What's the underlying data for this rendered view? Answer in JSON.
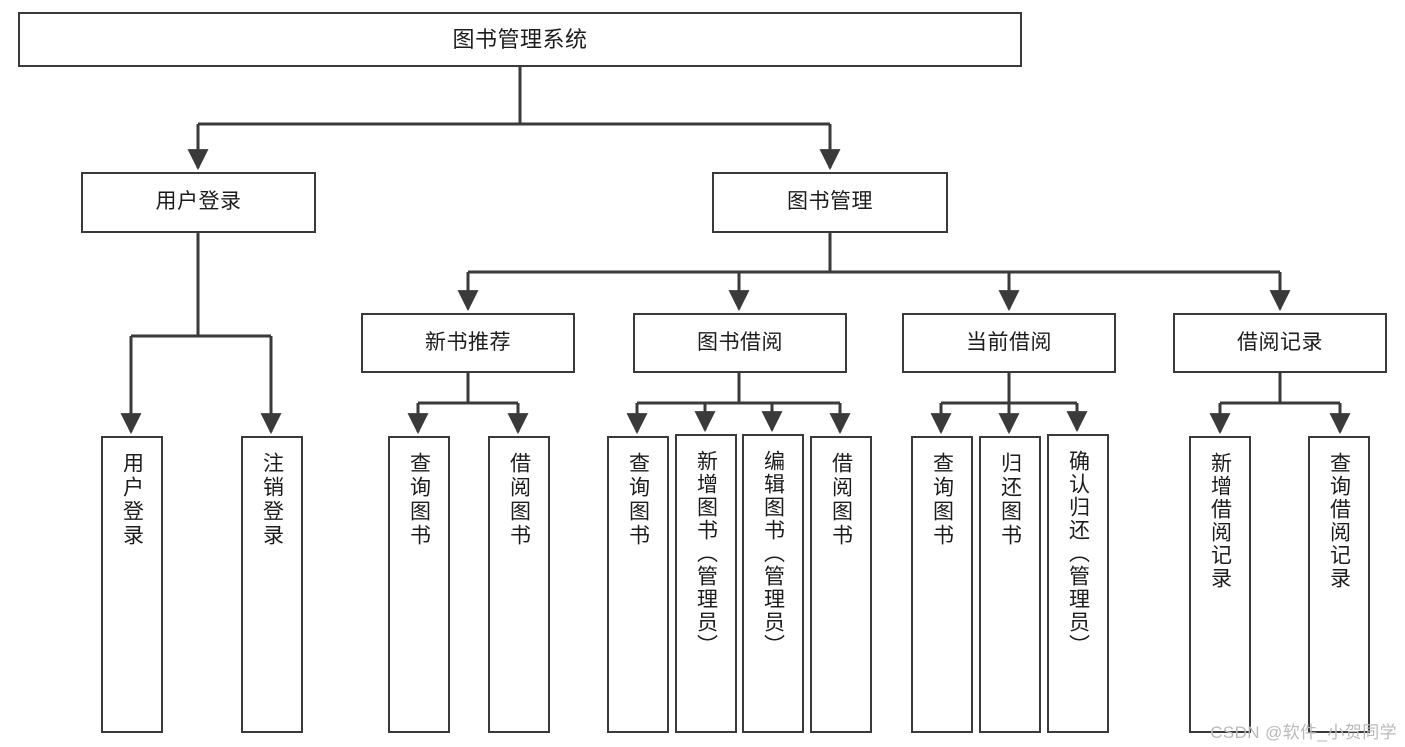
{
  "diagram": {
    "title": "图书管理系统",
    "type": "tree",
    "watermark": "CSDN @软件_小贺同学",
    "colors": {
      "node_border": "#3a3a3a",
      "node_fill": "#ffffff",
      "edge": "#3a3a3a",
      "text": "#1c1c1c",
      "watermark": "#b9b9b9"
    },
    "nodes": {
      "root": {
        "label": "图书管理系统"
      },
      "level1": [
        {
          "id": "user-login",
          "label": "用户登录"
        },
        {
          "id": "book-manage",
          "label": "图书管理"
        }
      ],
      "level2": [
        {
          "id": "new-book-recommend",
          "label": "新书推荐"
        },
        {
          "id": "book-borrow",
          "label": "图书借阅"
        },
        {
          "id": "current-borrow",
          "label": "当前借阅"
        },
        {
          "id": "borrow-record",
          "label": "借阅记录"
        }
      ],
      "leaves": {
        "user-login": [
          {
            "id": "leaf-user-login",
            "label": "用户登录"
          },
          {
            "id": "leaf-logout-login",
            "label": "注销登录"
          }
        ],
        "new-book-recommend": [
          {
            "id": "leaf-query-book-1",
            "label": "查询图书"
          },
          {
            "id": "leaf-borrow-book-1",
            "label": "借阅图书"
          }
        ],
        "book-borrow": [
          {
            "id": "leaf-query-book-2",
            "label": "查询图书"
          },
          {
            "id": "leaf-add-book",
            "label": "新增图书（管理员）"
          },
          {
            "id": "leaf-edit-book",
            "label": "编辑图书（管理员）"
          },
          {
            "id": "leaf-borrow-book-2",
            "label": "借阅图书"
          }
        ],
        "current-borrow": [
          {
            "id": "leaf-query-book-3",
            "label": "查询图书"
          },
          {
            "id": "leaf-return-book",
            "label": "归还图书"
          },
          {
            "id": "leaf-confirm-return",
            "label": "确认归还（管理员）"
          }
        ],
        "borrow-record": [
          {
            "id": "leaf-add-record",
            "label": "新增借阅记录"
          },
          {
            "id": "leaf-query-record",
            "label": "查询借阅记录"
          }
        ]
      }
    }
  }
}
